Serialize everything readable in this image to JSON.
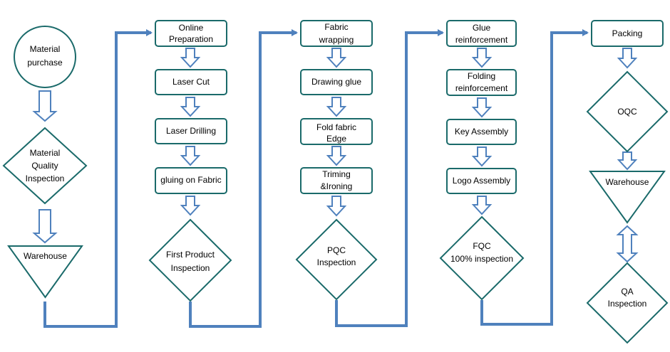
{
  "colors": {
    "stroke": "#1a6a6a",
    "connector": "#4f81bd",
    "arrow_fill": "#ffffff",
    "node_fill": "#ffffff",
    "text": "#000000"
  },
  "nodes": {
    "material_purchase": "Material\npurchase",
    "material_quality_inspection": "Material\nQuality\nInspection",
    "warehouse_1": "Warehouse",
    "online_preparation": "Online\nPreparation",
    "laser_cut": "Laser Cut",
    "laser_drilling": "Laser Drilling",
    "gluing_on_fabric": "gluing on Fabric",
    "first_product_inspection": "First Product\nInspection",
    "fabric_wrapping": "Fabric\nwrapping",
    "drawing_glue": "Drawing glue",
    "fold_fabric_edge": "Fold fabric\nEdge",
    "triming_ironing": "Triming\n&Ironing",
    "pqc_inspection": "PQC\nInspection",
    "glue_reinforcement": "Glue\nreinforcement",
    "folding_reinforcement": "Folding\nreinforcement",
    "key_assembly": "Key Assembly",
    "logo_assembly": "Logo Assembly",
    "fqc_inspection": "FQC\n100% inspection",
    "packing": "Packing",
    "oqc": "OQC",
    "warehouse_2": "Warehouse",
    "qa_inspection": "QA\nInspection"
  }
}
